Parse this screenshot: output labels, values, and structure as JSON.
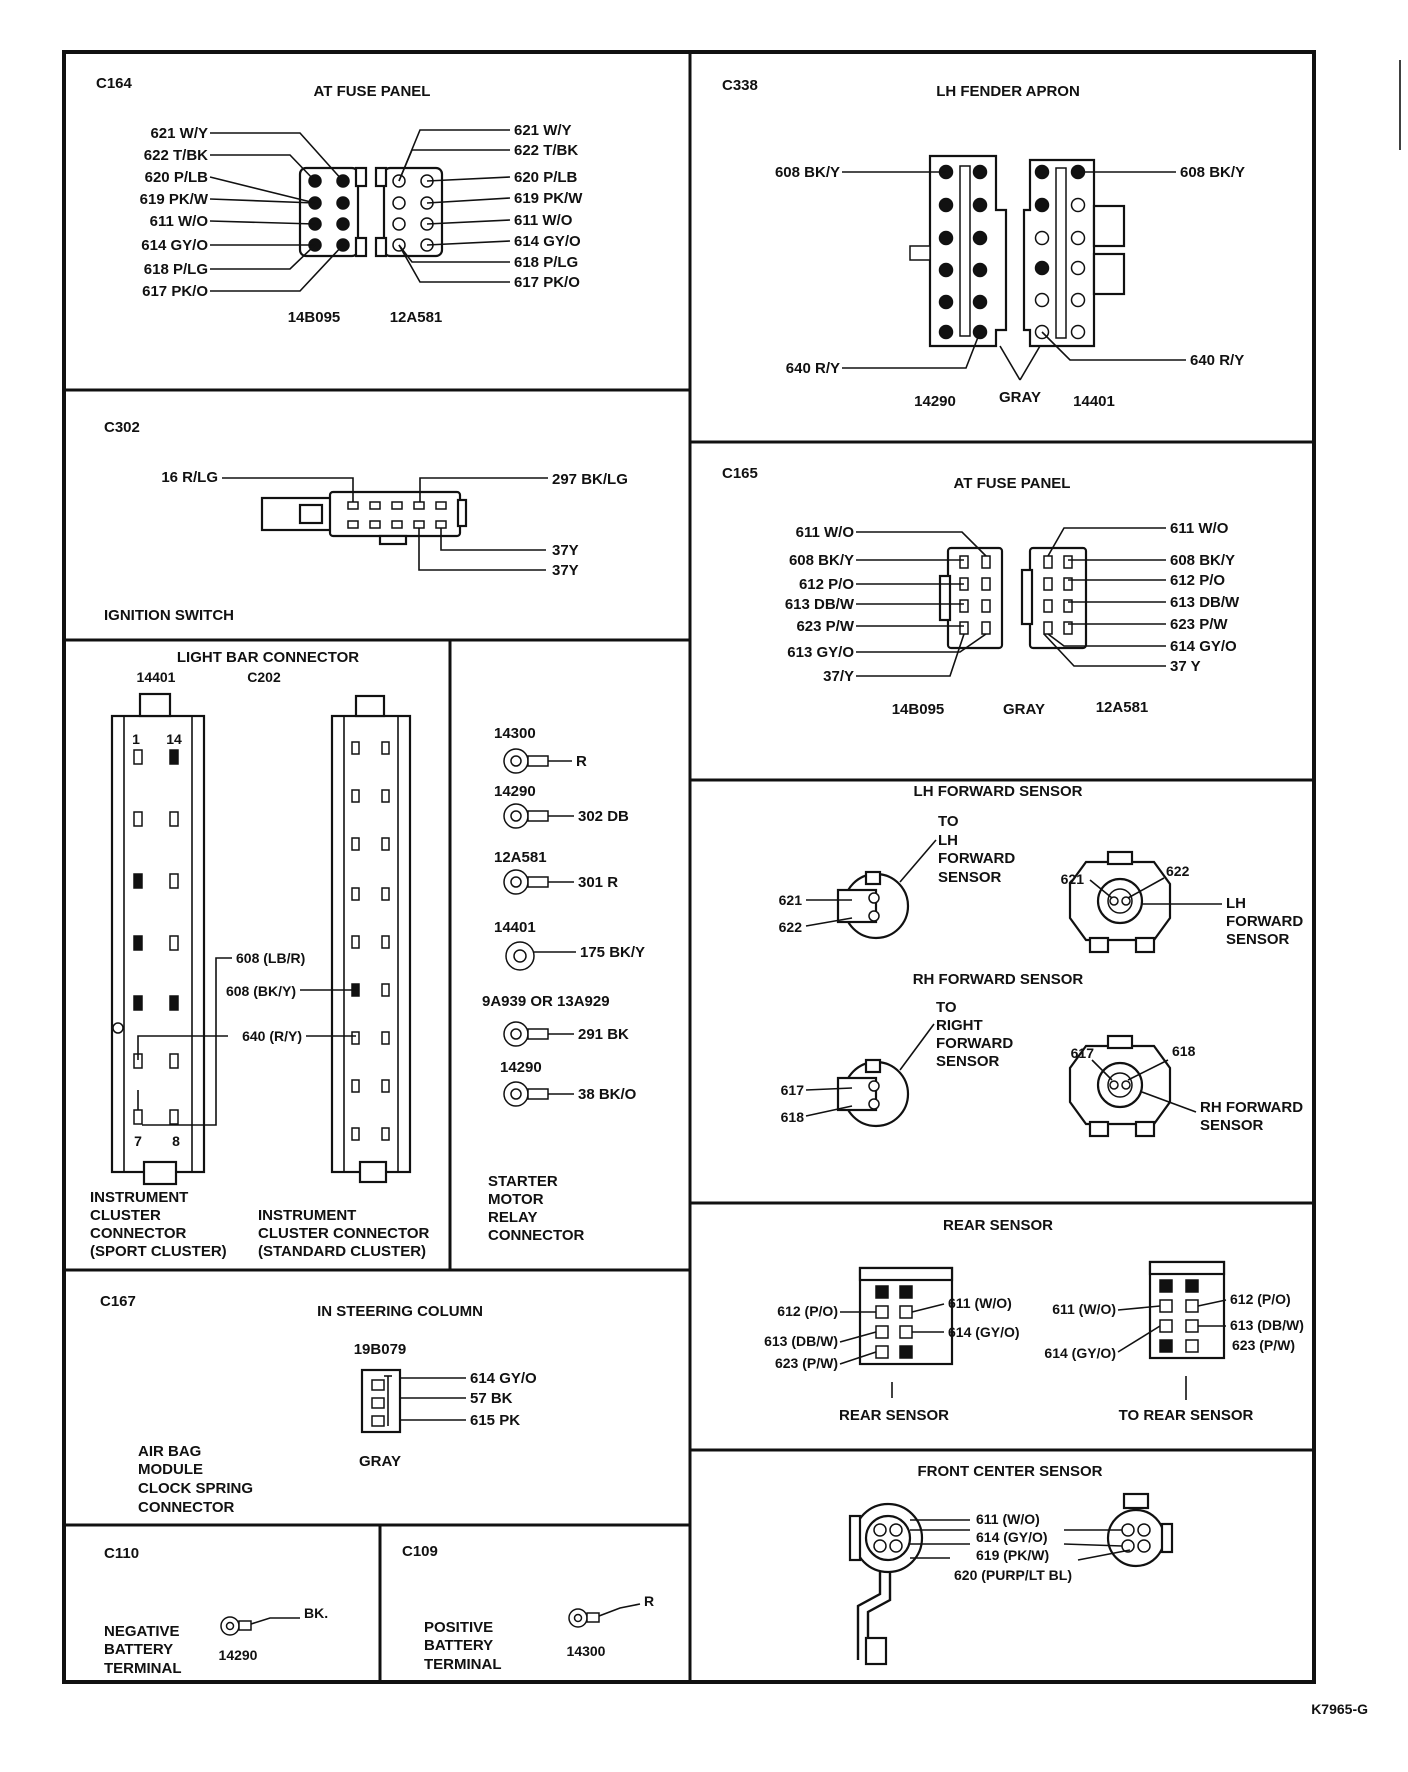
{
  "figure_code": "K7965-G",
  "c164": {
    "id": "C164",
    "title": "AT FUSE PANEL",
    "left_wires": [
      "621 W/Y",
      "622 T/BK",
      "620 P/LB",
      "619 PK/W",
      "611 W/O",
      "614 GY/O",
      "618 P/LG",
      "617 PK/O"
    ],
    "right_wires": [
      "621 W/Y",
      "622 T/BK",
      "620 P/LB",
      "619 PK/W",
      "611 W/O",
      "614 GY/O",
      "618 P/LG",
      "617 PK/O"
    ],
    "part_left": "14B095",
    "part_right": "12A581"
  },
  "c338": {
    "id": "C338",
    "title": "LH FENDER APRON",
    "wire_tl": "608 BK/Y",
    "wire_tr": "608 BK/Y",
    "wire_bl": "640 R/Y",
    "wire_br": "640 R/Y",
    "part_left": "14290",
    "gray": "GRAY",
    "part_right": "14401"
  },
  "c302": {
    "id": "C302",
    "wire_l": "16 R/LG",
    "wire_r": "297 BK/LG",
    "wire_r2": "37Y",
    "wire_r3": "37Y",
    "caption": "IGNITION SWITCH"
  },
  "c165": {
    "id": "C165",
    "title": "AT FUSE PANEL",
    "left_wires": [
      "611 W/O",
      "608 BK/Y",
      "612 P/O",
      "613 DB/W",
      "623 P/W",
      "613 GY/O",
      "37/Y"
    ],
    "right_wires": [
      "611 W/O",
      "608 BK/Y",
      "612 P/O",
      "613 DB/W",
      "623 P/W",
      "614 GY/O",
      "37 Y"
    ],
    "part_left": "14B095",
    "gray": "GRAY",
    "part_right": "12A581"
  },
  "lightbar": {
    "title": "LIGHT BAR CONNECTOR",
    "part": "14401",
    "conn": "C202",
    "pin_1": "1",
    "pin_14": "14",
    "pin_7": "7",
    "pin_8": "8",
    "w1": "608 (LB/R)",
    "w2": "608 (BK/Y)",
    "w3": "640 (R/Y)",
    "cap_left": [
      "INSTRUMENT",
      "CLUSTER",
      "CONNECTOR",
      "(SPORT CLUSTER)"
    ],
    "cap_right": [
      "INSTRUMENT",
      "CLUSTER CONNECTOR",
      "(STANDARD CLUSTER)"
    ]
  },
  "starter": {
    "terms": [
      {
        "part": "14300",
        "wire": "R"
      },
      {
        "part": "14290",
        "wire": "302 DB"
      },
      {
        "part": "12A581",
        "wire": "301 R"
      },
      {
        "part": "14401",
        "wire": "175 BK/Y"
      },
      {
        "part": "9A939 OR 13A929",
        "wire": "291 BK"
      },
      {
        "part": "14290",
        "wire": "38 BK/O"
      }
    ],
    "caption": [
      "STARTER",
      "MOTOR",
      "RELAY",
      "CONNECTOR"
    ]
  },
  "lh_fwd": {
    "title": "LH FORWARD SENSOR",
    "to_label": [
      "TO",
      "LH",
      "FORWARD",
      "SENSOR"
    ],
    "w1": "621",
    "w2": "622",
    "w3": "621",
    "w4": "622",
    "label": [
      "LH",
      "FORWARD",
      "SENSOR"
    ]
  },
  "rh_fwd": {
    "title": "RH FORWARD SENSOR",
    "to_label": [
      "TO",
      "RIGHT",
      "FORWARD",
      "SENSOR"
    ],
    "w1": "617",
    "w2": "618",
    "w3": "617",
    "w4": "618",
    "label": [
      "RH FORWARD",
      "SENSOR"
    ]
  },
  "c167": {
    "id": "C167",
    "title": "IN STEERING COLUMN",
    "part": "19B079",
    "wires": [
      "614 GY/O",
      "57 BK",
      "615 PK"
    ],
    "gray": "GRAY",
    "caption": [
      "AIR BAG",
      "MODULE",
      "CLOCK SPRING",
      "CONNECTOR"
    ]
  },
  "rear": {
    "title": "REAR SENSOR",
    "l_left": [
      "612  (P/O)",
      "613  (DB/W)",
      "623  (P/W)"
    ],
    "l_right": [
      "611  (W/O)",
      "614  (GY/O)"
    ],
    "l_caption": "REAR SENSOR",
    "r_left": [
      "611  (W/O)",
      "614  (GY/O)"
    ],
    "r_right": [
      "612  (P/O)",
      "613  (DB/W)",
      "623  (P/W)"
    ],
    "r_caption": "TO REAR SENSOR"
  },
  "front_center": {
    "title": "FRONT CENTER SENSOR",
    "wires": [
      "611 (W/O)",
      "614 (GY/O)",
      "619 (PK/W)",
      "620 (PURP/LT BL)"
    ]
  },
  "c110": {
    "id": "C110",
    "wire": "BK.",
    "part": "14290",
    "caption": [
      "NEGATIVE",
      "BATTERY",
      "TERMINAL"
    ]
  },
  "c109": {
    "id": "C109",
    "wire": "R",
    "part": "14300",
    "caption": [
      "POSITIVE",
      "BATTERY",
      "TERMINAL"
    ]
  }
}
